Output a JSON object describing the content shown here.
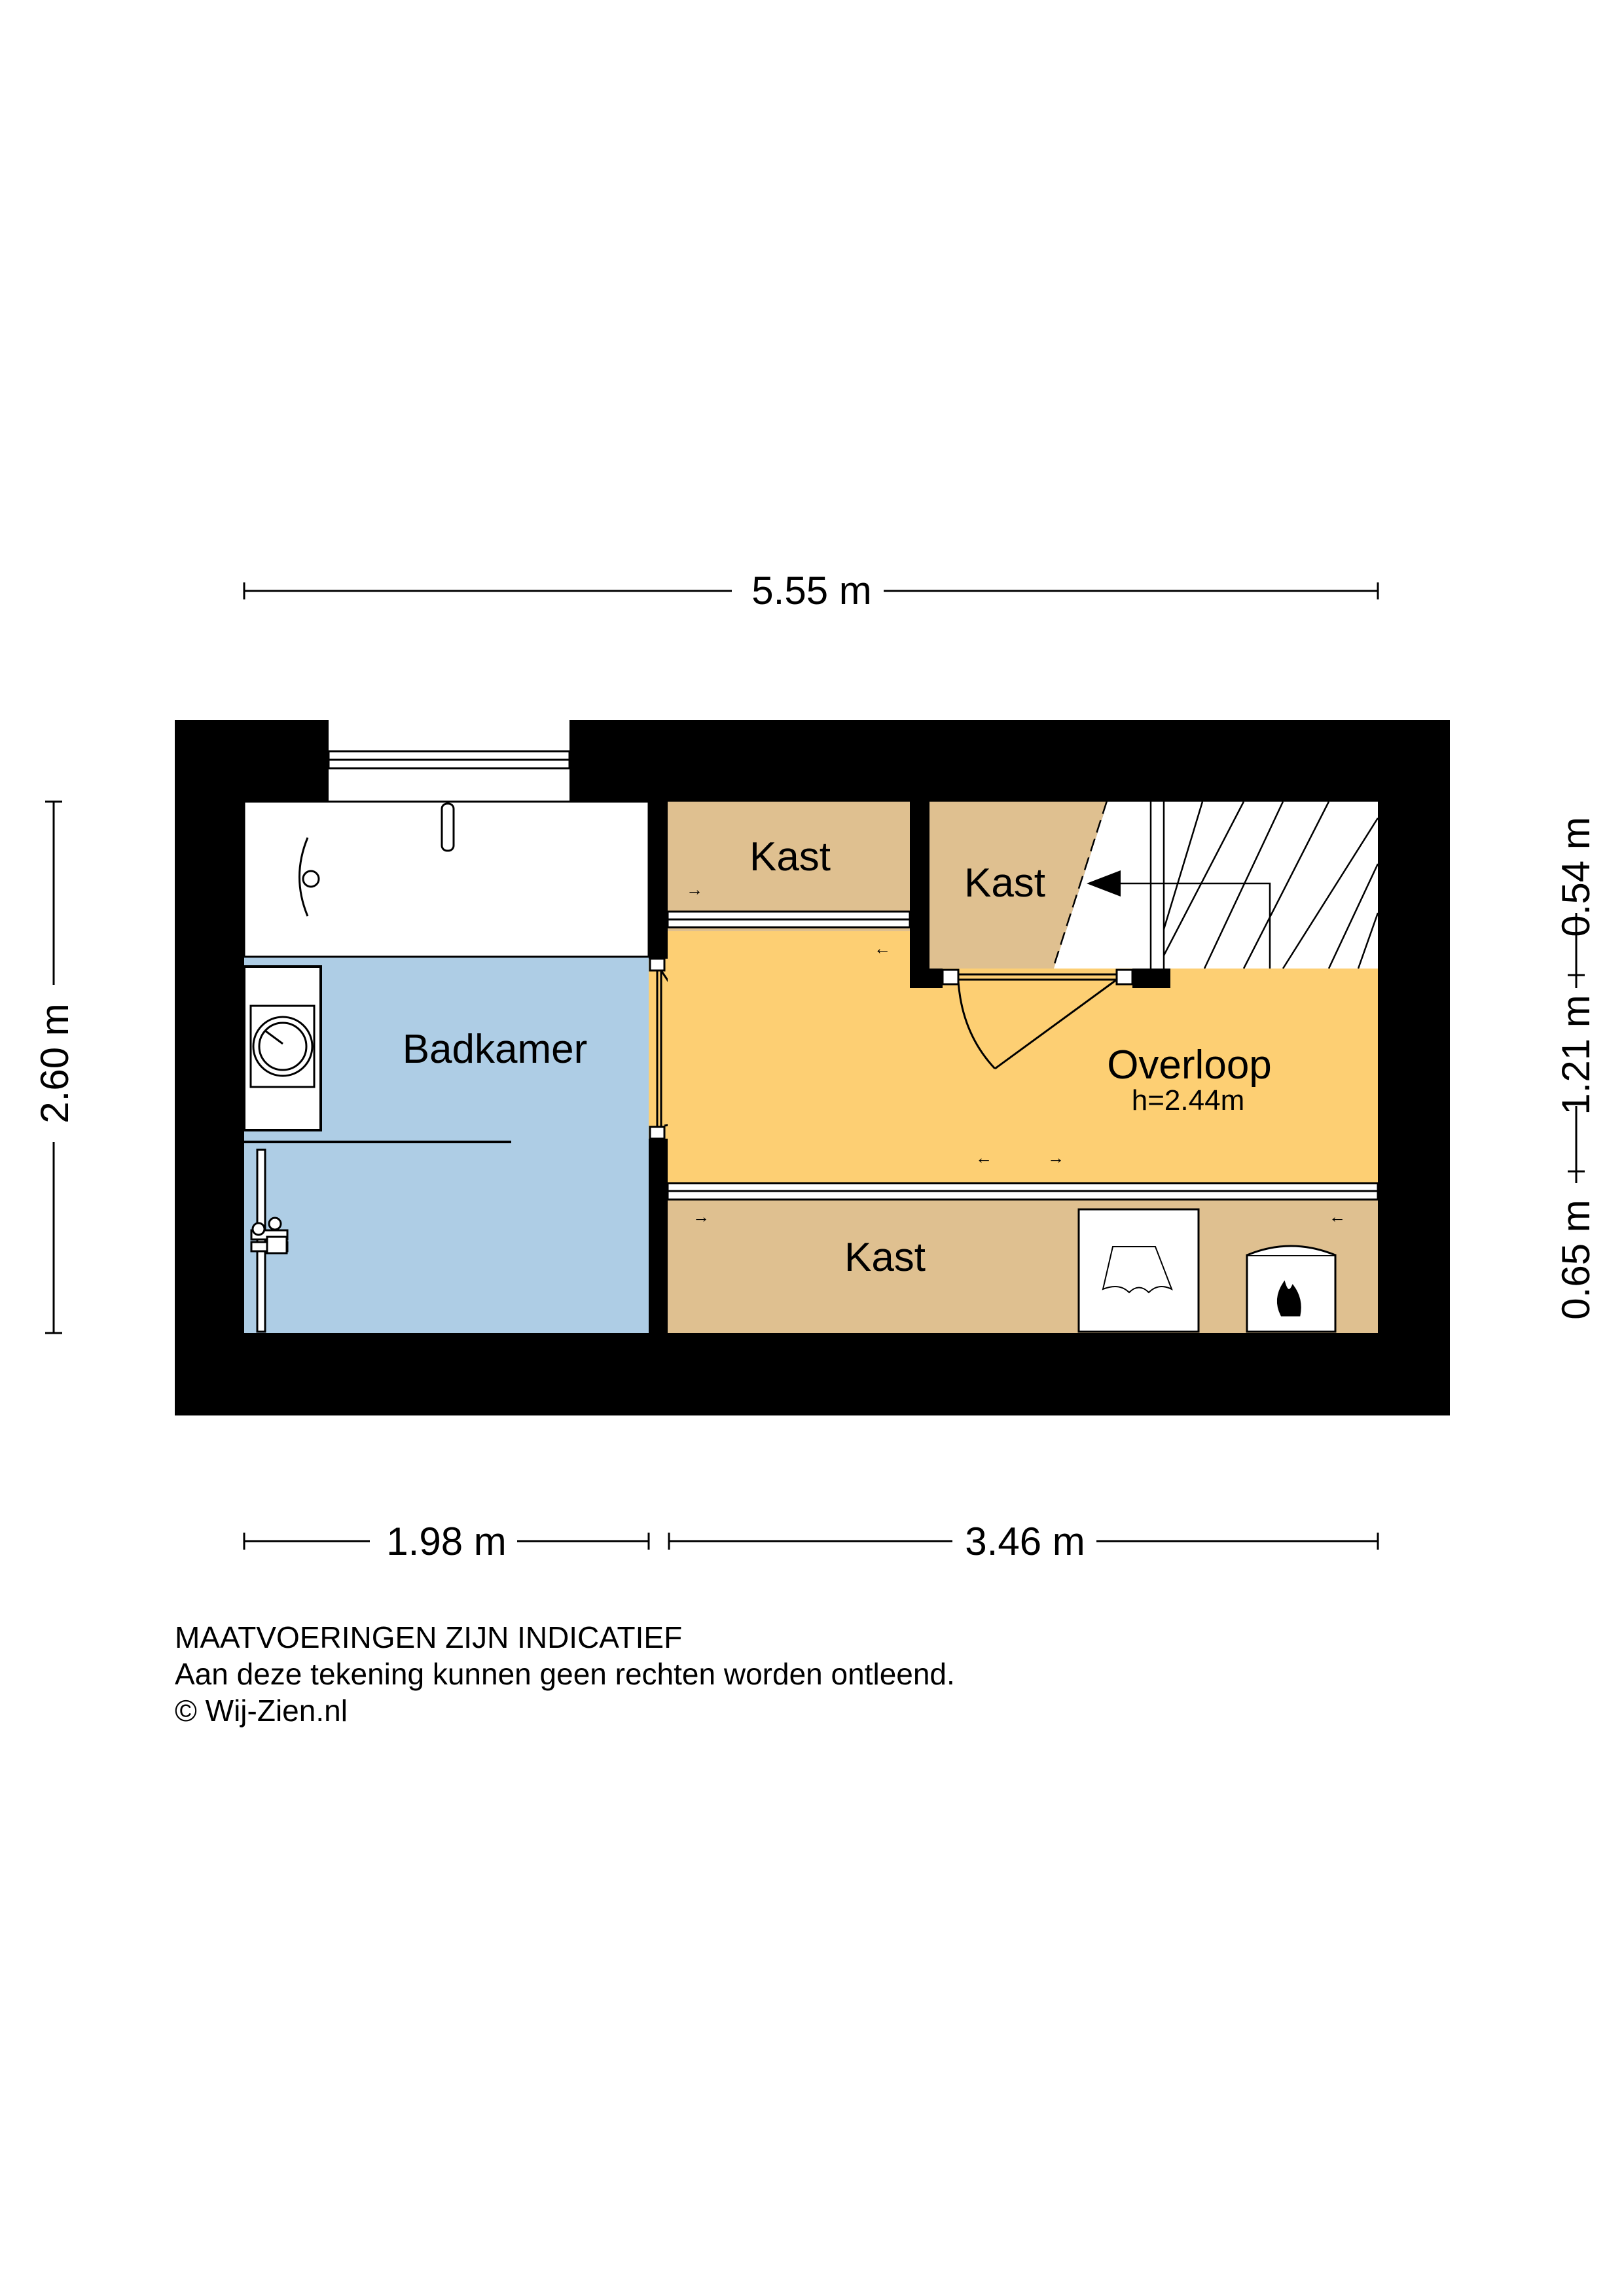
{
  "dimensions": {
    "top_width": "5.55 m",
    "bottom_left": "1.98 m",
    "bottom_right": "3.46 m",
    "left_height": "2.60 m",
    "right_top": "0.54 m",
    "right_middle": "1.21 m",
    "right_bottom": "0.65 m"
  },
  "rooms": {
    "badkamer": "Badkamer",
    "overloop": "Overloop",
    "overloop_height": "h=2.44m",
    "kast_top_left": "Kast",
    "kast_top_right": "Kast",
    "kast_bottom": "Kast"
  },
  "footer": {
    "line1": "MAATVOERINGEN ZIJN INDICATIEF",
    "line2": "Aan deze tekening kunnen geen rechten worden ontleend.",
    "line3": "© Wij-Zien.nl"
  },
  "colors": {
    "wall": "#000000",
    "badkamer": "#aecde5",
    "overloop": "#fdcf73",
    "kast": "#dfc090",
    "fixture": "#ffffff"
  }
}
